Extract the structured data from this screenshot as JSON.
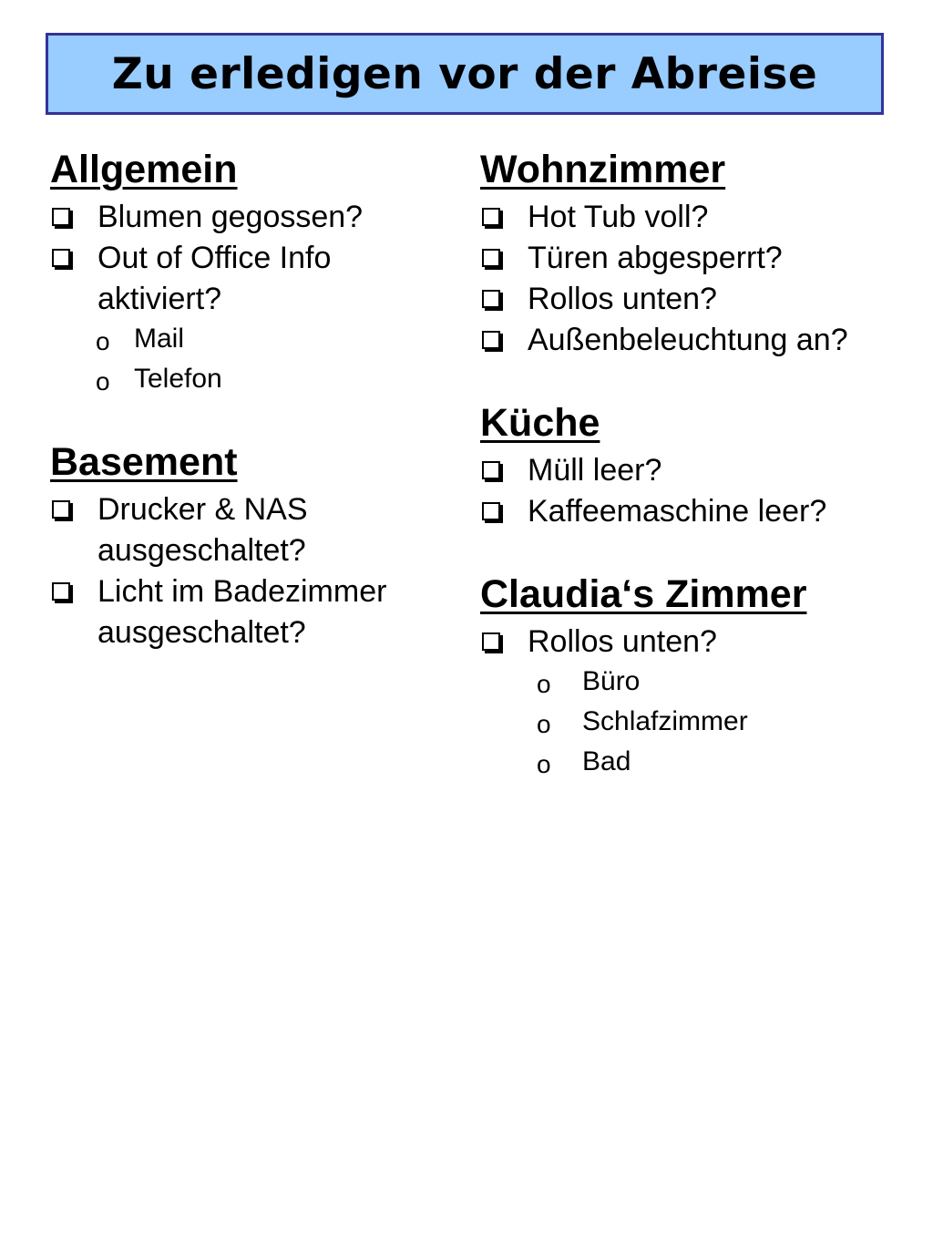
{
  "title": "Zu erledigen vor der Abreise",
  "left": [
    {
      "heading": "Allgemein",
      "items": [
        {
          "text": "Blumen gegossen?"
        },
        {
          "text": "Out of Office Info aktiviert?",
          "subitems": [
            "Mail",
            "Telefon"
          ]
        }
      ]
    },
    {
      "heading": "Basement",
      "items": [
        {
          "text": "Drucker & NAS ausgeschaltet?"
        },
        {
          "text": "Licht im Badezimmer ausgeschaltet?"
        }
      ]
    }
  ],
  "right": [
    {
      "heading": "Wohnzimmer",
      "items": [
        {
          "text": "Hot Tub voll?"
        },
        {
          "text": "Türen abgesperrt?"
        },
        {
          "text": "Rollos unten?"
        },
        {
          "text": "Außenbeleuchtung an?"
        }
      ]
    },
    {
      "heading": "Küche",
      "items": [
        {
          "text": "Müll leer?"
        },
        {
          "text": "Kaffeemaschine leer?"
        }
      ]
    },
    {
      "heading": "Claudia‘s Zimmer",
      "items": [
        {
          "text": "Rollos unten?",
          "subitems": [
            "Büro",
            "Schlafzimmer",
            "Bad"
          ]
        }
      ]
    }
  ],
  "bullet_glyph": "o"
}
